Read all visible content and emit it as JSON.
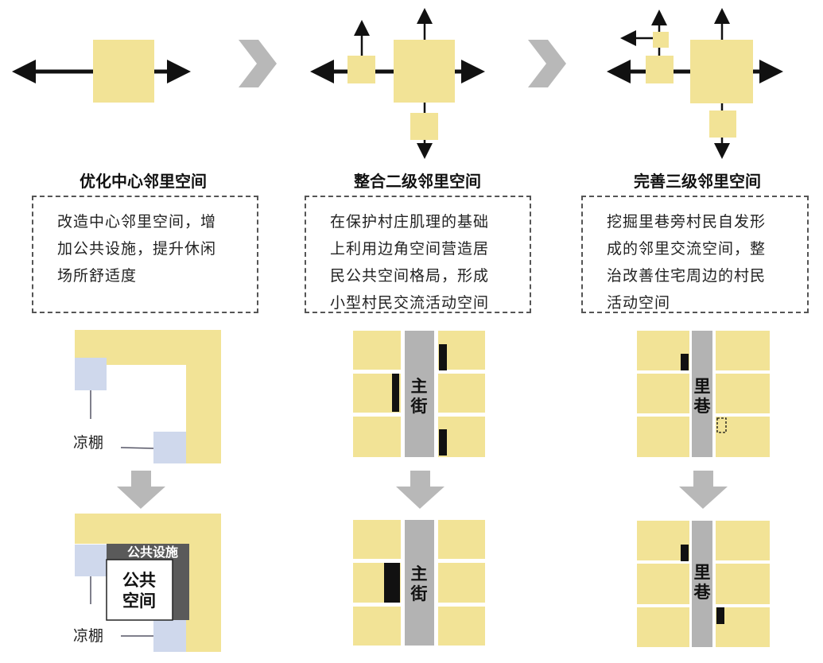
{
  "columns": [
    {
      "title": "优化中心邻里空间",
      "description_lines": [
        "改造中心邻里空间，增",
        "加公共设施，提升休闲",
        "场所舒适度"
      ],
      "label_top": "凉棚",
      "label_bottom": "凉棚",
      "facility_label": "公共设施",
      "space_label_line1": "公共",
      "space_label_line2": "空间"
    },
    {
      "title": "整合二级邻里空间",
      "description_lines": [
        "在保护村庄肌理的基础",
        "上利用边角空间营造居",
        "民公共空间格局，形成",
        "小型村民交流活动空间"
      ],
      "street_label_top": [
        "主",
        "街"
      ],
      "street_label_bottom": [
        "主",
        "街"
      ]
    },
    {
      "title": "完善三级邻里空间",
      "description_lines": [
        "挖掘里巷旁村民自发形",
        "成的邻里交流空间，整",
        "治改善住宅周边的村民",
        "活动空间"
      ],
      "lane_label_top": [
        "里",
        "巷"
      ],
      "lane_label_bottom": [
        "里",
        "巷"
      ]
    }
  ],
  "colors": {
    "block": "#f2e396",
    "pavilion": "#cfd8ec",
    "street": "#b3b3b3",
    "arrow_gray": "#b8b8b8",
    "dark": "#111111",
    "facility": "#5a5a5a"
  }
}
